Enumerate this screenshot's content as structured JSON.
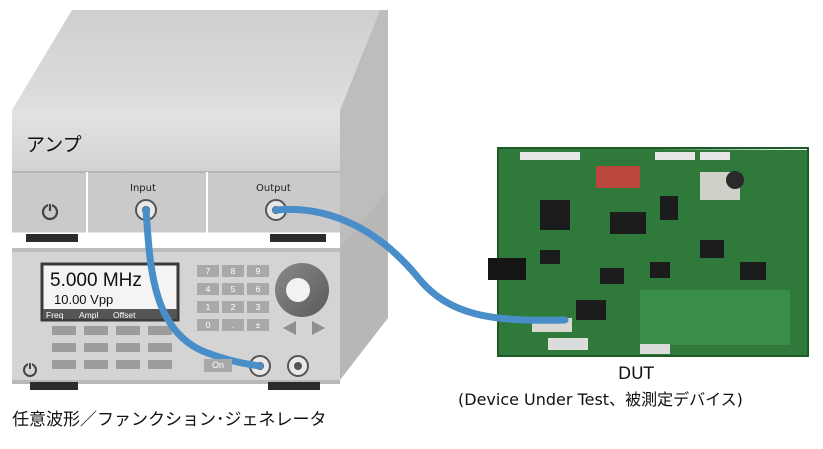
{
  "amplifier": {
    "title": "アンプ",
    "input_label": "Input",
    "output_label": "Output"
  },
  "generator": {
    "caption": "任意波形／ファンクション･ジェネレータ",
    "display_frequency": "5.000 MHz",
    "display_amplitude": "10.00 Vpp",
    "softkeys": [
      "Freq",
      "Ampl",
      "Offset"
    ],
    "keypad": [
      "7",
      "8",
      "9",
      "4",
      "5",
      "6",
      "1",
      "2",
      "3",
      "0",
      ".",
      "±"
    ],
    "on_label": "On"
  },
  "dut": {
    "name": "DUT",
    "description": "(Device Under Test、被測定デバイス)"
  },
  "colors": {
    "cable": "#4a8ec9",
    "pcb": "#2f7a3a",
    "device_body": "#d6d6d6",
    "device_dark": "#3a3a3a"
  }
}
